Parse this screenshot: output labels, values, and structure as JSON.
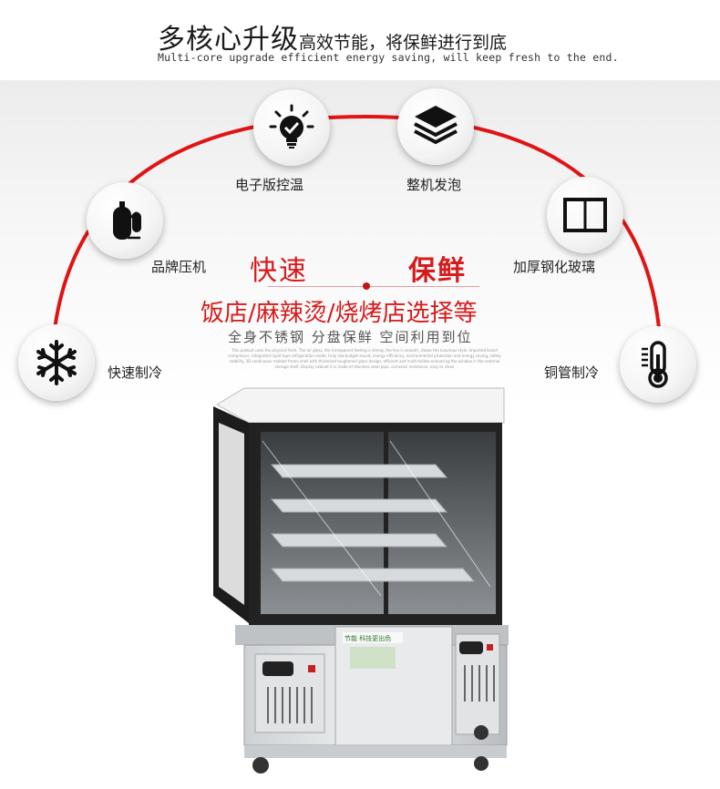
{
  "header": {
    "title_big": "多核心升级",
    "title_small": "高效节能，将保鲜进行到底",
    "subtitle": "Multi-core upgrade efficient energy saving, will keep fresh to the end."
  },
  "features": {
    "top_left": "电子版控温",
    "top_right": "整机发泡",
    "mid_left": "品牌压机",
    "mid_right": "加厚钢化玻璃",
    "low_left": "快速制冷",
    "low_right": "铜管制冷"
  },
  "center": {
    "word_left": "快速",
    "word_right": "保鲜",
    "stores": "饭店/麻辣烫/烧烤店选择等",
    "slogan": "全身不锈钢 分盘保鲜 空间利用到位",
    "fine_print": "This product uses the physical form. The air glass, the transparent feeling is strong, the line is smooth, shows the luxurious style. Imported brand compressor, integrated rapid type refrigeration mode, truly low-budget sound, energy efficiency, environmental protection and energy saving, safety stability. 3D continuous molded frame shell with thickened toughened glass design, efficient and multi-hollow enhancing the window in the external storage shelf. Display cabinet it is made of stainless steel pipe, corrosion resistance, easy to clean"
  },
  "product_label": "节能 科技更出色",
  "colors": {
    "accent": "#d71a1a",
    "arc": "#e01414",
    "icon": "#111111"
  },
  "icons": [
    "snowflake-icon",
    "gas-cylinder-icon",
    "lightbulb-check-icon",
    "stacked-layers-icon",
    "glass-window-icon",
    "thermometer-icon"
  ]
}
